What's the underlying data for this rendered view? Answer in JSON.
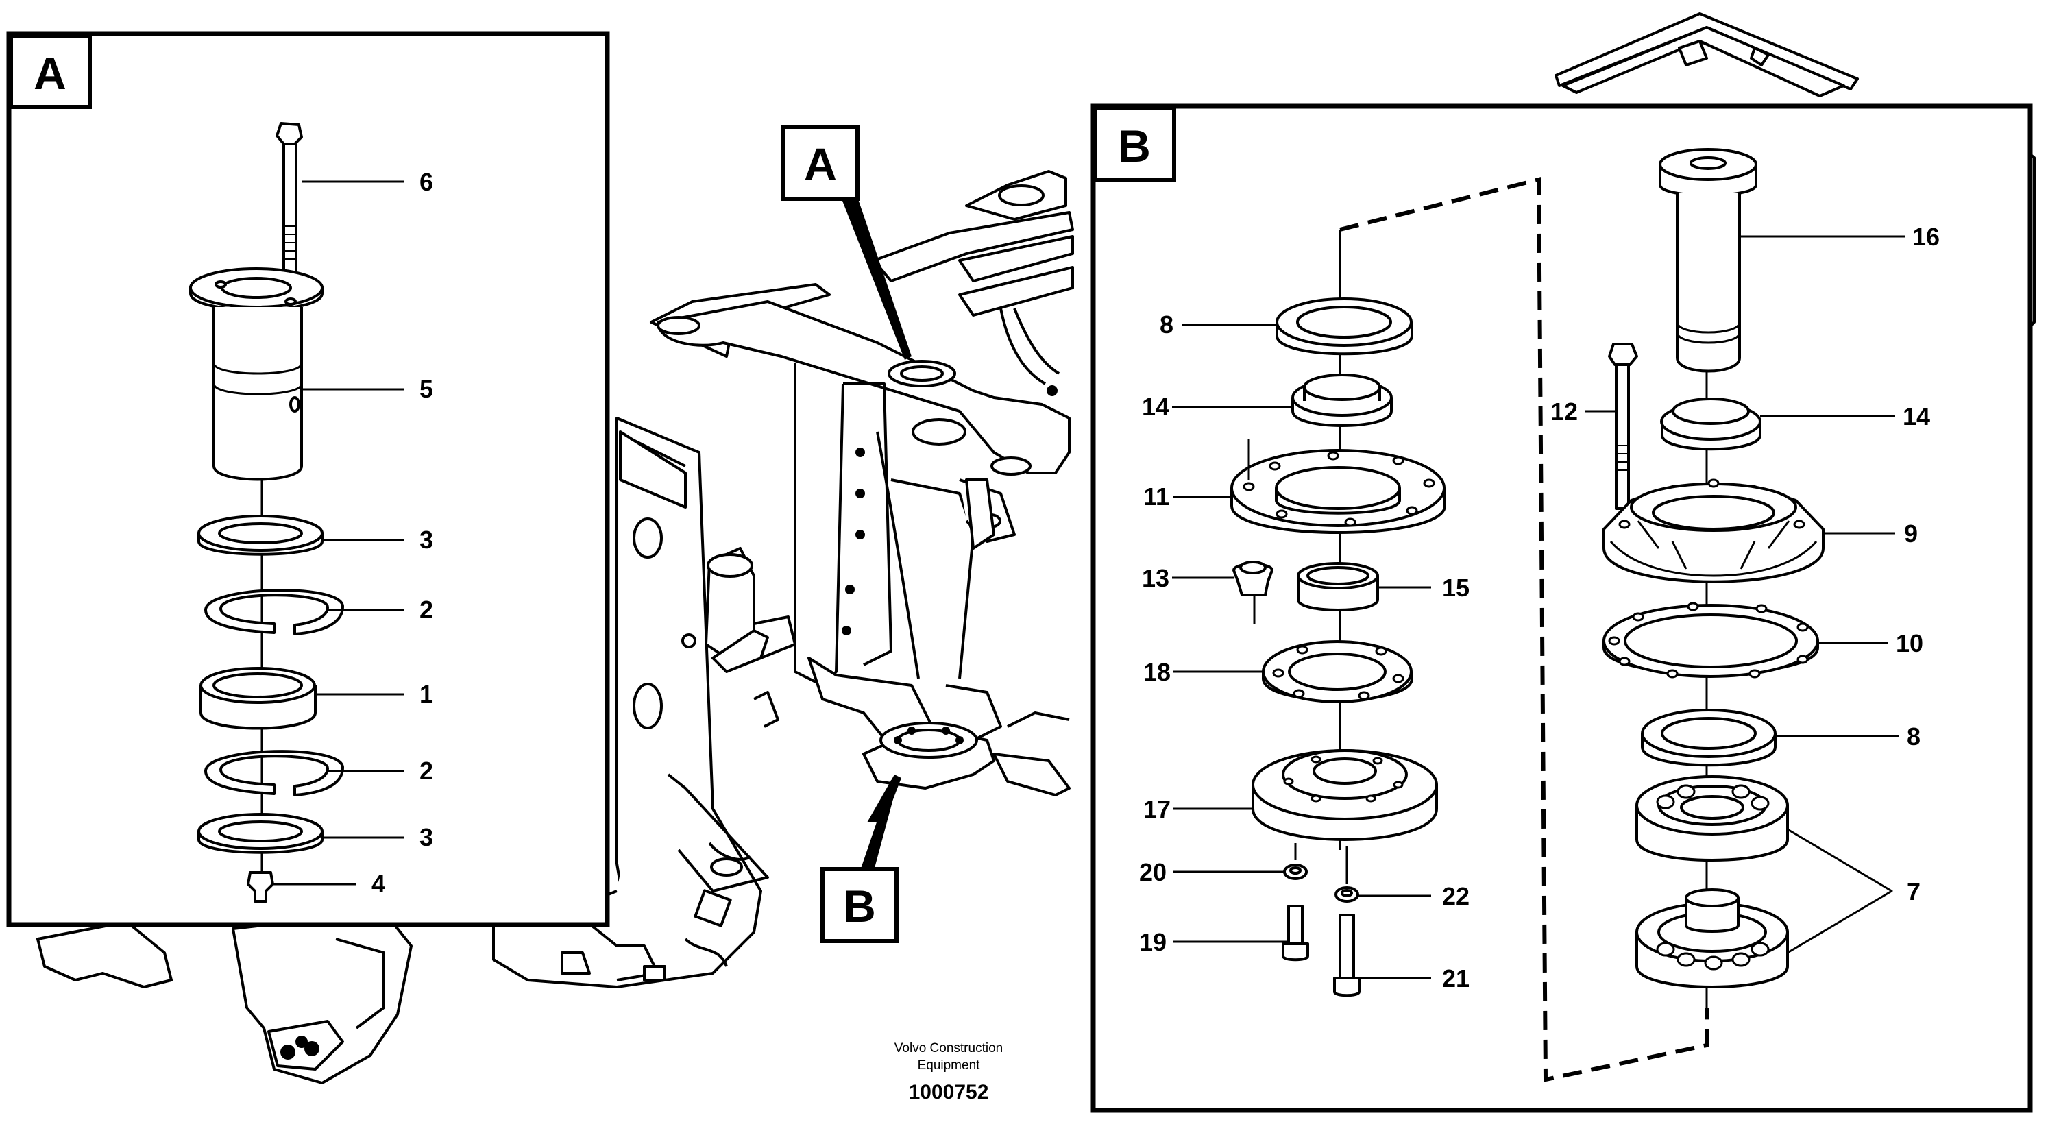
{
  "detail_a": {
    "label": "A",
    "callouts": [
      "6",
      "5",
      "3",
      "2",
      "1",
      "2",
      "3",
      "4"
    ]
  },
  "detail_b": {
    "label": "B",
    "callouts_left": [
      "8",
      "14",
      "11",
      "13",
      "15",
      "18",
      "17",
      "20",
      "22",
      "19",
      "21"
    ],
    "callouts_right": [
      "16",
      "12",
      "14",
      "9",
      "10",
      "8",
      "7"
    ]
  },
  "frame_tags": {
    "a": "A",
    "b": "B"
  },
  "caption": {
    "line1": "Volvo Construction",
    "line2": "Equipment",
    "number": "1000752"
  }
}
